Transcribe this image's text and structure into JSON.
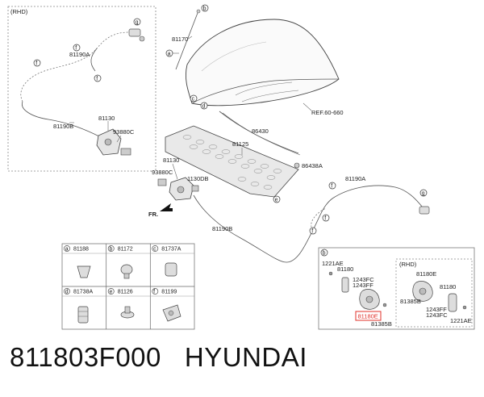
{
  "diagram": {
    "rhd_box_title": "(RHD)",
    "rhd_inset_title": "(RHD)",
    "ref_label": "REF.60-660",
    "fr_label": "FR.",
    "part_labels": {
      "p81170": "81170",
      "p81190A_top": "81190A",
      "p81190B_top": "81190B",
      "p81130_top": "81130",
      "p93880C_top": "93880C",
      "p86430": "86430",
      "p81125": "81125",
      "p81130_mid": "81130",
      "p93880C_mid": "93880C",
      "p1130DB": "1130DB",
      "p86438A": "86438A",
      "p81190A_right": "81190A",
      "p81190B_bottom": "81190B",
      "p1221AE_left": "1221AE",
      "p81180_left": "81180",
      "p1243FC_left": "1243FC",
      "p1243FF_left": "1243FF",
      "p81180E_highlight": "81180E",
      "p81385B_left": "81385B",
      "p81180E_rhd": "81180E",
      "p81180_rhd": "81180",
      "p81385B_rhd": "81385B",
      "p1243FF_rhd": "1243FF",
      "p1243FC_rhd": "1243FC",
      "p1221AE_rhd": "1221AE"
    },
    "callouts": {
      "a": "a",
      "b": "b",
      "c": "c",
      "d": "d",
      "e": "e",
      "f": "f",
      "g": "g"
    },
    "key_table": [
      {
        "letter": "a",
        "part": "81188"
      },
      {
        "letter": "b",
        "part": "81172"
      },
      {
        "letter": "c",
        "part": "81737A"
      },
      {
        "letter": "d",
        "part": "81738A"
      },
      {
        "letter": "e",
        "part": "81126"
      },
      {
        "letter": "f",
        "part": "81199"
      }
    ],
    "highlight_color": "#e0302a"
  },
  "caption": {
    "part_number": "811803F000",
    "brand": "HYUNDAI"
  }
}
